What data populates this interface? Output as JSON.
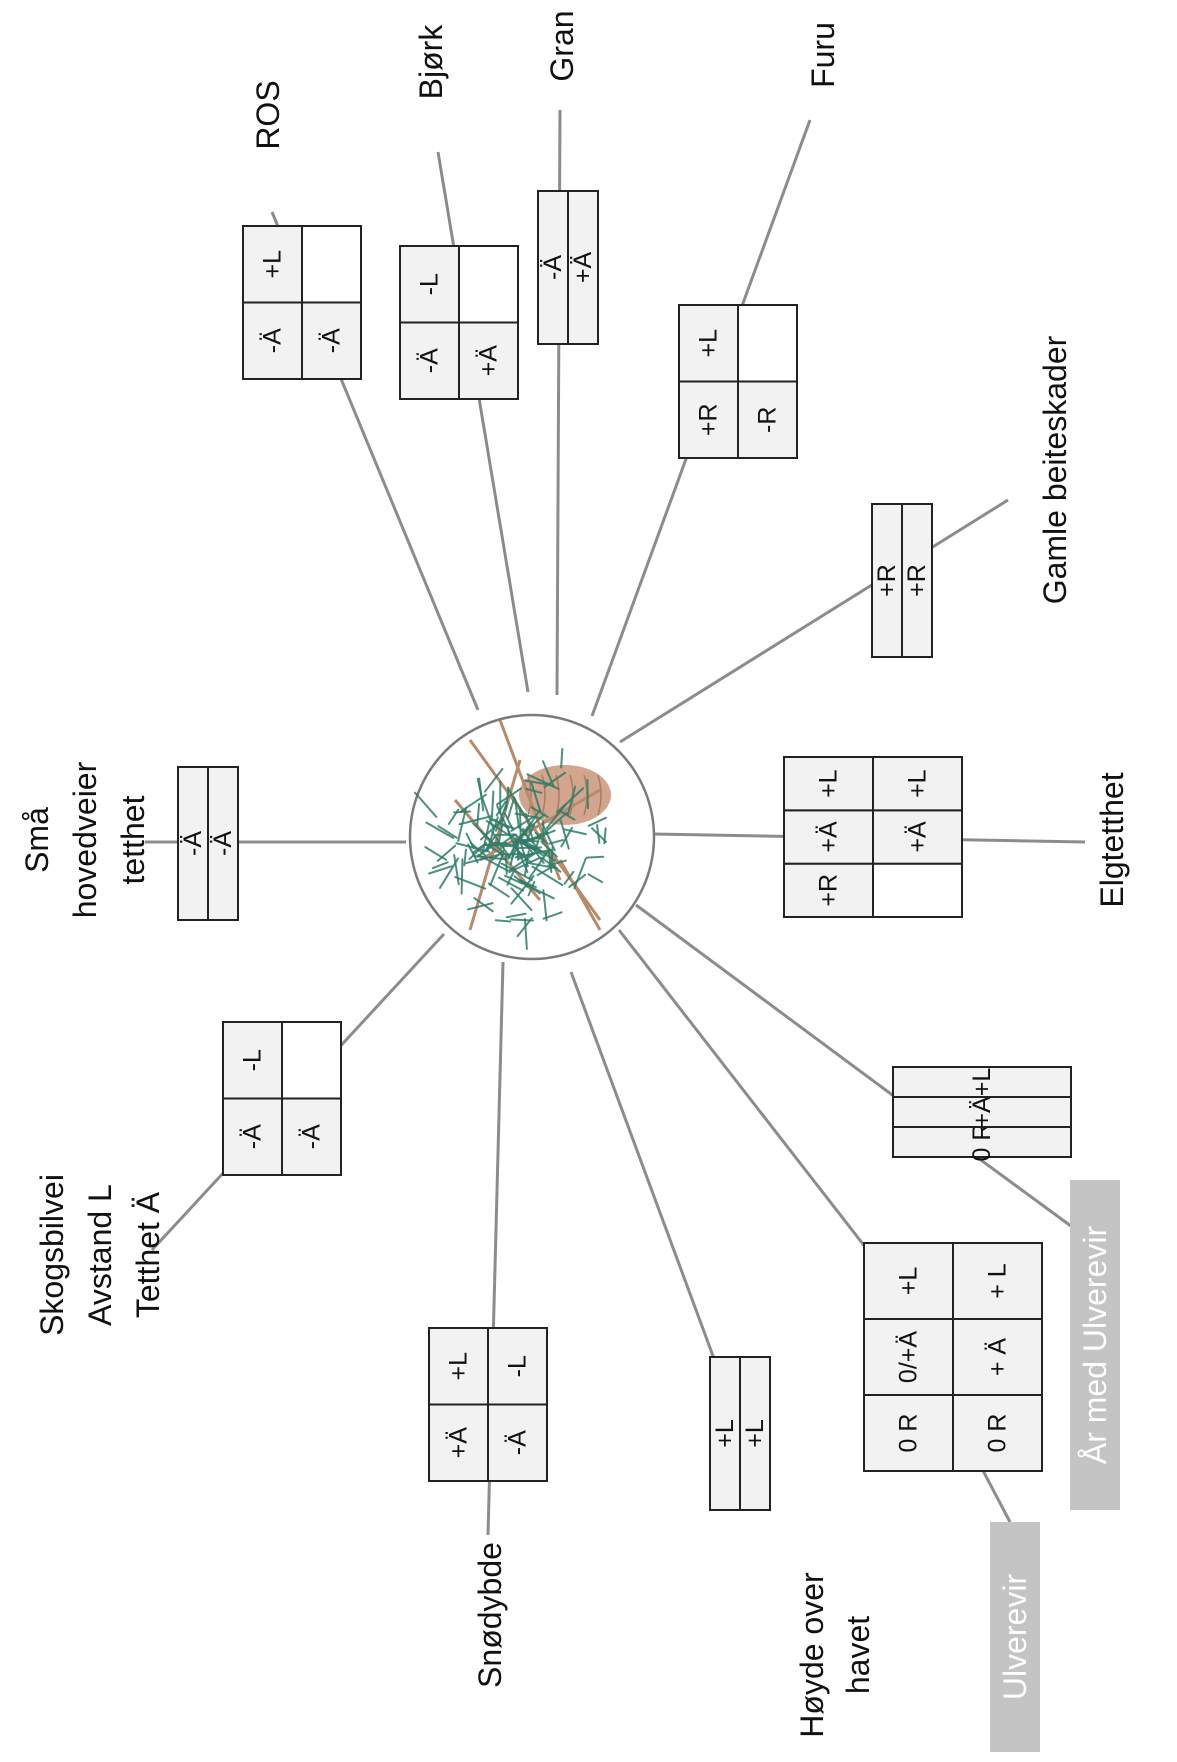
{
  "factors": [
    {
      "id": "ros",
      "label": [
        "ROS"
      ],
      "cells": [
        [
          "-Ä",
          "+L"
        ],
        [
          "-Ä",
          ""
        ]
      ]
    },
    {
      "id": "bjork",
      "label": [
        "Bjørk"
      ],
      "cells": [
        [
          "-Ä",
          "-L"
        ],
        [
          "+Ä",
          ""
        ]
      ]
    },
    {
      "id": "gran",
      "label": [
        "Gran"
      ],
      "cells": [
        [
          "-Ä"
        ],
        [
          "+Ä"
        ]
      ]
    },
    {
      "id": "furu",
      "label": [
        "Furu"
      ],
      "cells": [
        [
          "+R",
          "+L"
        ],
        [
          "-R",
          ""
        ]
      ]
    },
    {
      "id": "gamle-beiteskader",
      "label": [
        "Gamle beiteskader"
      ],
      "cells": [
        [
          "+R"
        ],
        [
          "+R"
        ]
      ]
    },
    {
      "id": "elgtetthet",
      "label": [
        "Elgtetthet"
      ],
      "cells": [
        [
          "+R",
          "+Ä",
          "+L"
        ],
        [
          "",
          "+Ä",
          "+L"
        ]
      ]
    },
    {
      "id": "ar-med-ulverevir",
      "label": [
        "År med Ulverevir"
      ],
      "cells": [
        [
          "0 R",
          "+Ä",
          "+L"
        ]
      ],
      "highlight": true
    },
    {
      "id": "ulverevir",
      "label": [
        "Ulverevir"
      ],
      "cells": [
        [
          "0 R",
          "0/+Ä",
          "+L"
        ],
        [
          "0 R",
          "+ Ä",
          "+ L"
        ]
      ],
      "highlight": true
    },
    {
      "id": "hoyde-over-havet",
      "label": [
        "Høyde over",
        "havet"
      ],
      "cells": [
        [
          "+L"
        ],
        [
          "+L"
        ]
      ]
    },
    {
      "id": "snodybde",
      "label": [
        "Snødybde"
      ],
      "cells": [
        [
          "+Ä",
          "+L"
        ],
        [
          "-Ä",
          "-L"
        ]
      ]
    },
    {
      "id": "skogsbilvei",
      "label": [
        "Skogsbilvei",
        "Avstand L",
        "Tetthet Ä"
      ],
      "cells": [
        [
          "-Ä",
          "-L"
        ],
        [
          "-Ä",
          ""
        ]
      ]
    },
    {
      "id": "sma-hovedveier",
      "label": [
        "Små",
        "hovedveier",
        "tetthet"
      ],
      "cells": [
        [
          "-Ä"
        ],
        [
          "-Ä"
        ]
      ]
    }
  ],
  "center": {
    "icon": "pine-branch-icon"
  },
  "colors": {
    "line": "#8c8c8c",
    "cell_border": "#222222",
    "cell_fill": "#f2f2f2",
    "highlight_fill": "#c4c4c4",
    "needle": "#2f7d68",
    "cone": "#c9957a"
  }
}
